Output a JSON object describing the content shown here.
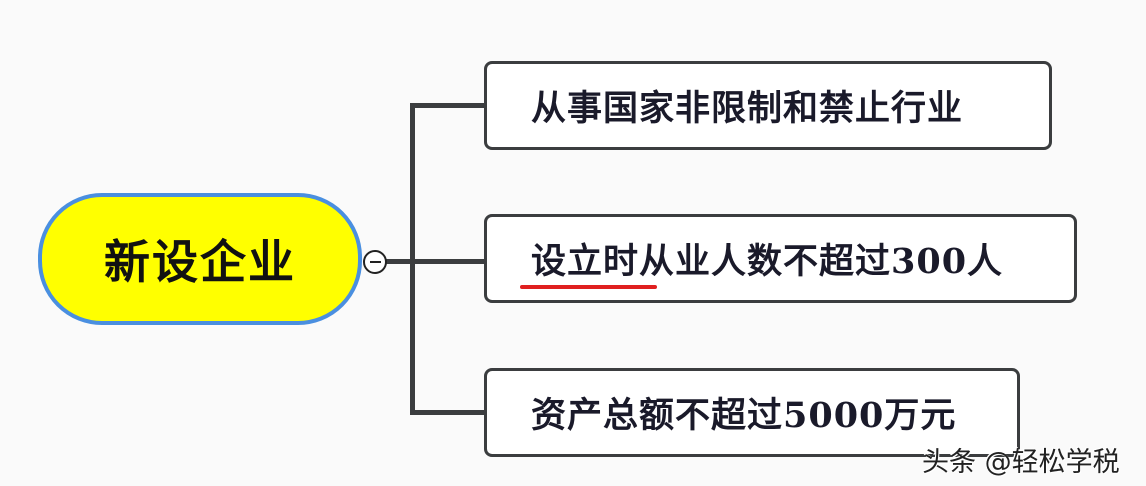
{
  "root": {
    "label": "新设企业"
  },
  "branches": [
    {
      "label": "从事国家非限制和禁止行业"
    },
    {
      "label": "设立时从业人数不超过300人"
    },
    {
      "label": "资产总额不超过5000万元"
    }
  ],
  "watermark": "头条 @轻松学税",
  "colors": {
    "root_fill": "#ffff00",
    "root_border": "#4a8fe0",
    "underline": "#e02020",
    "connector": "#3b3d3f"
  }
}
